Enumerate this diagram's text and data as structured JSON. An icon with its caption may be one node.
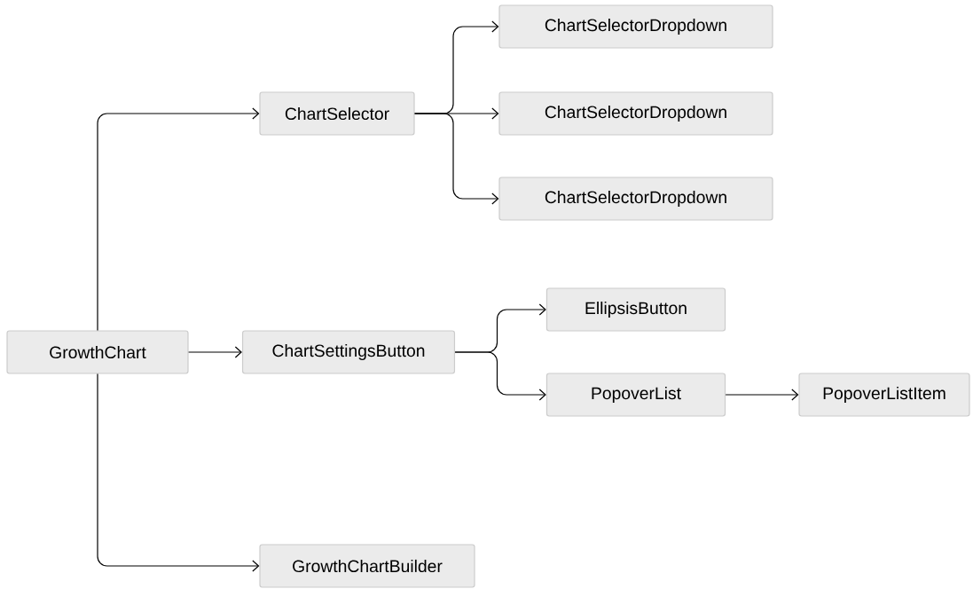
{
  "diagram": {
    "nodes": [
      {
        "text": [
          "GrowthChart"
        ]
      },
      {
        "text": [
          "ChartSelector"
        ]
      },
      {
        "text": [
          "ChartSelectorDropdown"
        ]
      },
      {
        "text": [
          "ChartSelectorDropdown"
        ]
      },
      {
        "text": [
          "ChartSelectorDropdown"
        ]
      },
      {
        "text": [
          "ChartSettingsButton"
        ]
      },
      {
        "text": [
          "EllipsisButton"
        ]
      },
      {
        "text": [
          "PopoverList"
        ]
      },
      {
        "text": [
          "PopoverListItem"
        ]
      },
      {
        "text": [
          "GrowthChartBuilder"
        ]
      }
    ],
    "edges": [
      {
        "from": 0,
        "to": 1,
        "arrow": "to"
      },
      {
        "from": 0,
        "to": 5,
        "arrow": "to"
      },
      {
        "from": 0,
        "to": 9,
        "arrow": "to"
      },
      {
        "from": 1,
        "to": 2,
        "arrow": "to"
      },
      {
        "from": 1,
        "to": 3,
        "arrow": "to"
      },
      {
        "from": 1,
        "to": 4,
        "arrow": "to"
      },
      {
        "from": 5,
        "to": 6,
        "arrow": "to"
      },
      {
        "from": 5,
        "to": 7,
        "arrow": "to"
      },
      {
        "from": 7,
        "to": 8,
        "arrow": "to"
      }
    ]
  }
}
